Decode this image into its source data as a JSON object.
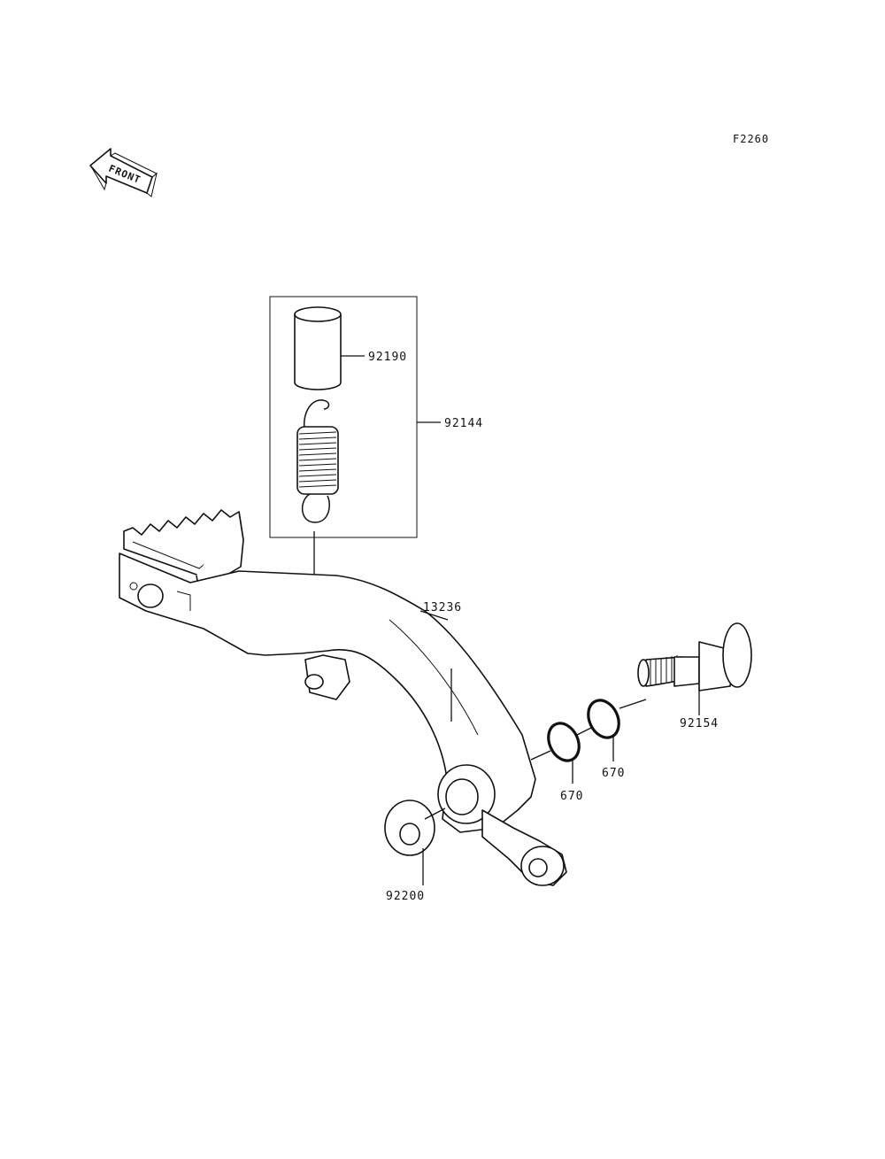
{
  "diagram": {
    "code": "F2260",
    "front_label": "FRONT",
    "parts": {
      "collar": "92190",
      "spring_kit": "92144",
      "brake_pedal": "13236",
      "shaft": "92154",
      "o_ring_outer": "670",
      "o_ring_inner": "670",
      "washer": "92200"
    }
  }
}
